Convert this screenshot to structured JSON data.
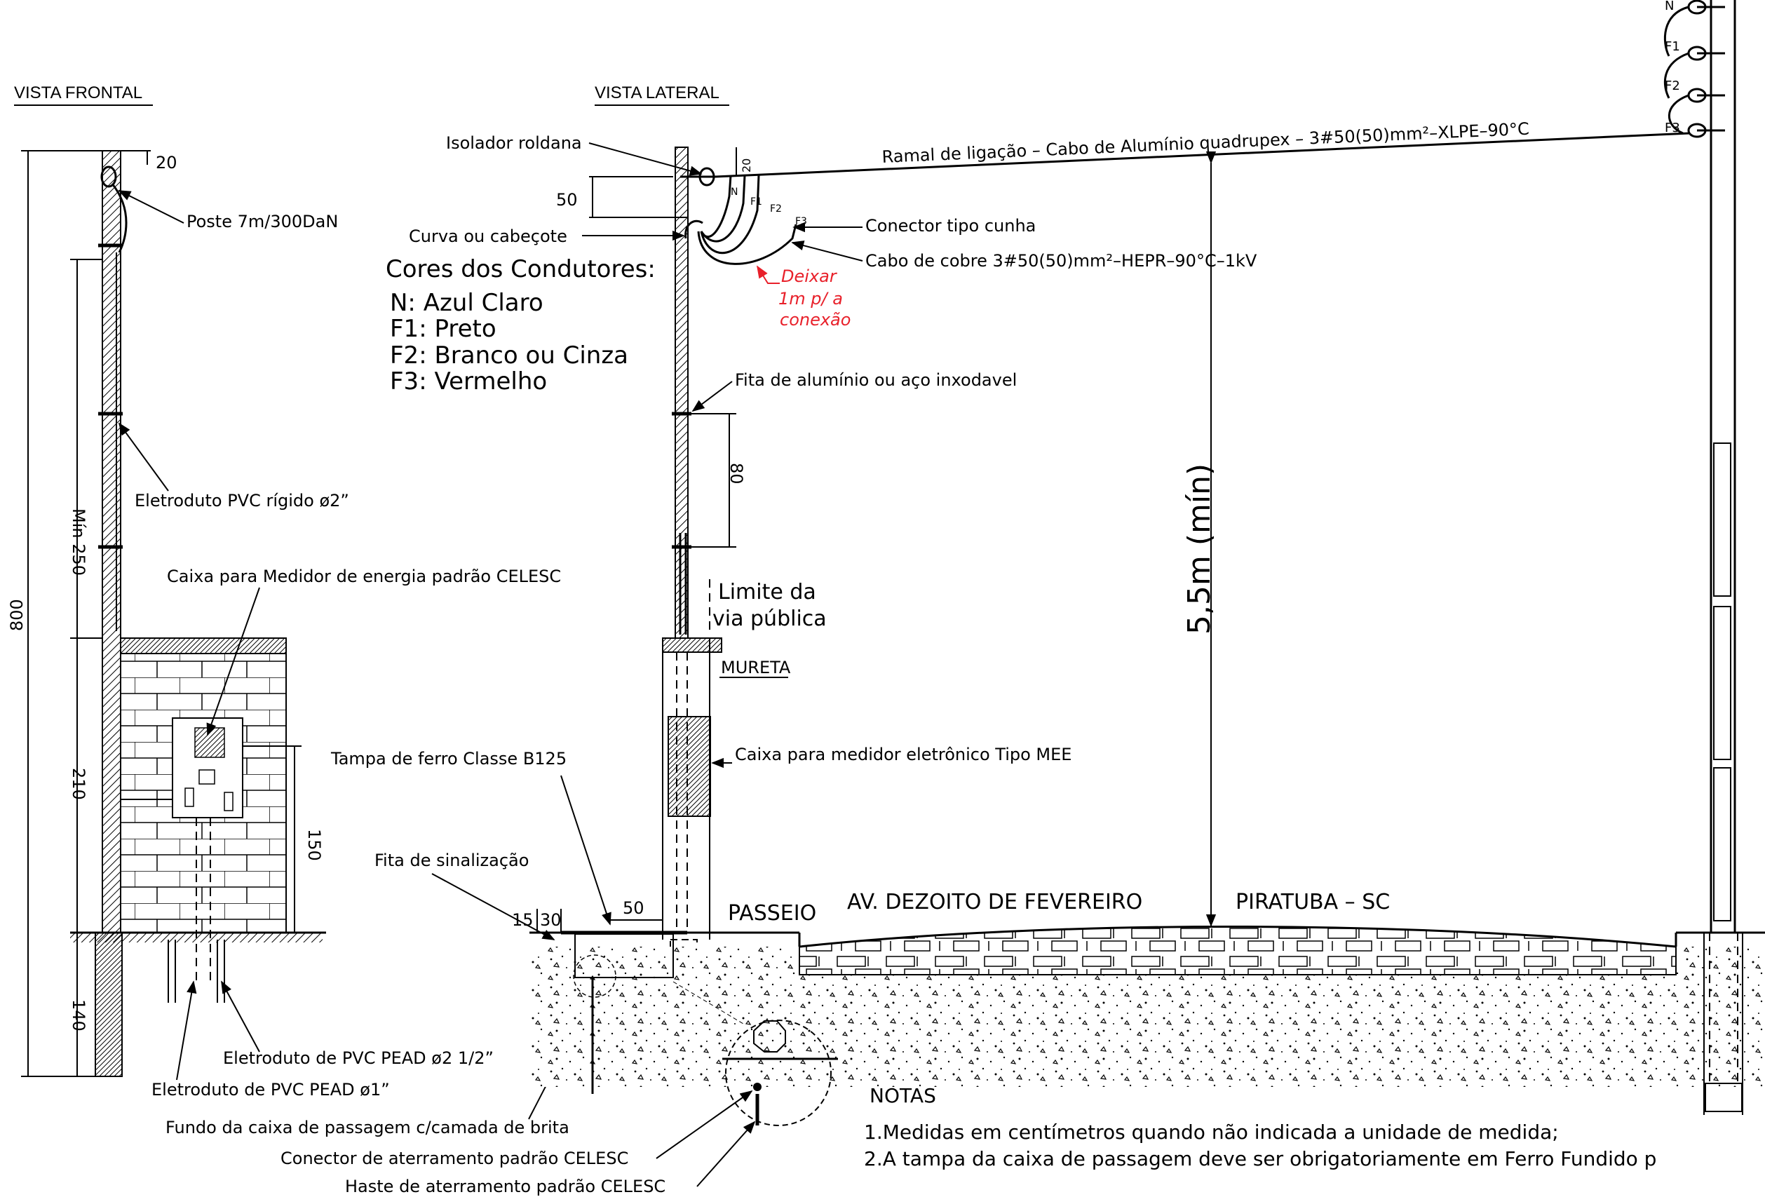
{
  "headings": {
    "front_view": "VISTA FRONTAL",
    "side_view": "VISTA LATERAL"
  },
  "front": {
    "dim_top": "20",
    "dim_total": "800",
    "dim_min": "Mín 250",
    "dim_box": "210",
    "dim_buried": "140",
    "dim_meter": "150",
    "pole": "Poste 7m/300DaN",
    "conduit_rigid": "Eletroduto PVC rígido ø2”",
    "meter_box": "Caixa para Medidor de energia padrão CELESC",
    "iron_cover": "Tampa de ferro Classe B125",
    "warning_tape": "Fita de sinalização",
    "conduit_pead_2": "Eletroduto de PVC PEAD ø2 1/2”",
    "conduit_pead_1": "Eletroduto de PVC PEAD ø1”",
    "box_bottom": "Fundo da caixa de passagem c/camada de brita",
    "ground_connector": "Conector de aterramento padrão CELESC",
    "ground_rod": "Haste de aterramento padrão CELESC"
  },
  "side": {
    "insulator": "Isolador roldana",
    "dim_50_top": "50",
    "dim_20": "20",
    "curve": "Curva ou cabeçote",
    "wedge_connector": "Conector tipo cunha",
    "copper_cable": "Cabo de cobre 3#50(50)mm²–HEPR–90°C–1kV",
    "leave_note": [
      "Deixar",
      "1m p/ a",
      "conexão"
    ],
    "strap": "Fita de alumínio ou aço inxodavel",
    "dim_80": "80",
    "road_limit": [
      "Limite da",
      "via pública"
    ],
    "wall": "MURETA",
    "meter_mee": "Caixa para medidor eletrônico Tipo MEE",
    "dim_15": "15",
    "dim_30": "30",
    "dim_50_bottom": "50",
    "sidewalk": "PASSEIO",
    "phase_tags": [
      "N",
      "F1",
      "F2",
      "F3"
    ]
  },
  "colors": {
    "title": "Cores dos Condutores:",
    "items": [
      "N: Azul Claro",
      "F1: Preto",
      "F2: Branco ou Cinza",
      "F3: Vermelho"
    ]
  },
  "service": {
    "drop": "Ramal de ligação – Cabo de Alumínio quadrupex – 3#50(50)mm²–XLPE–90°C",
    "height": "5,5m (mín)",
    "street": "AV. DEZOITO DE FEVEREIRO",
    "city": "PIRATUBA – SC",
    "pole_tags": [
      "N",
      "F1",
      "F2",
      "F3"
    ]
  },
  "notes": {
    "title": "NOTAS",
    "items": [
      "1.Medidas em centímetros quando não indicada a unidade de medida;",
      "2.A tampa da caixa de passagem deve ser obrigatoriamente em Ferro Fundido p"
    ]
  }
}
